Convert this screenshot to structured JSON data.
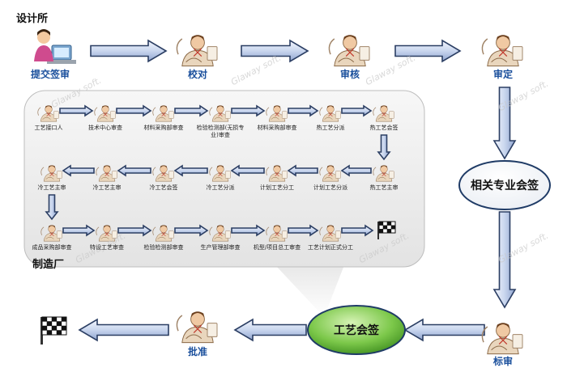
{
  "headers": {
    "design_institute": "设计所",
    "factory": "制造厂"
  },
  "watermark": "Glaway soft.",
  "main_flow": {
    "submit": "提交签审",
    "proofread": "校对",
    "review": "审核",
    "finalize": "审定",
    "countersign": "相关专业会签",
    "standardize": "标审",
    "process_countersign": "工艺会签",
    "approve": "批准"
  },
  "factory_flow": {
    "row1": [
      "工艺接口人",
      "技术中心审查",
      "材料采购部审查",
      "检验检测部(无损专业)审查",
      "材料采购部审查",
      "热工艺分派",
      "热工艺会签"
    ],
    "row2": [
      "热工艺主审",
      "计划工艺分派",
      "计划工艺分工",
      "冷工艺分派",
      "冷工艺会签",
      "冷工艺主审",
      "冷工艺主审"
    ],
    "row3": [
      "成品采购部审查",
      "特设工艺审查",
      "检验检测部审查",
      "生产管理部审查",
      "机型/项目总工审查",
      "工艺计划正式分工"
    ]
  },
  "colors": {
    "label_blue": "#1a4f9c",
    "arrow_fill": "#c9d6ee",
    "countersign_fill": "#ffffff",
    "process_fill": "#5fb233"
  }
}
